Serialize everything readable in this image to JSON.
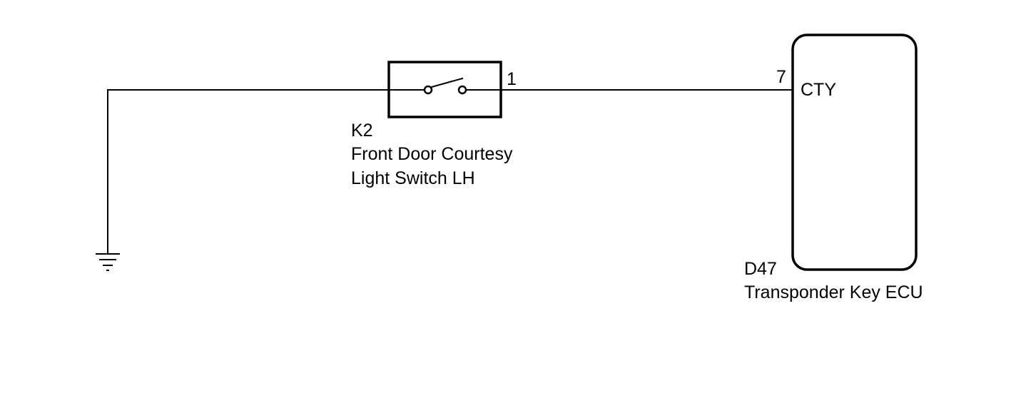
{
  "switch_component": {
    "code": "K2",
    "name_line1": "Front Door Courtesy",
    "name_line2": "Light Switch LH",
    "pin": "1"
  },
  "ecu_component": {
    "code": "D47",
    "name": "Transponder Key ECU",
    "pin": "7",
    "terminal": "CTY"
  },
  "colors": {
    "line": "#000000",
    "background": "#ffffff"
  },
  "icons": {
    "ground": "ground-symbol-icon",
    "switch": "open-switch-icon"
  }
}
